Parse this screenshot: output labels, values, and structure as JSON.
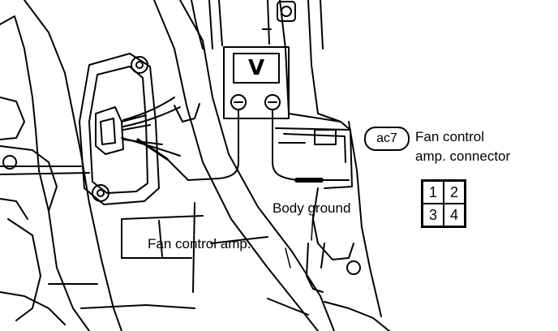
{
  "meter": {
    "symbol": "V"
  },
  "connector": {
    "code": "ac7",
    "title_line1": "Fan control",
    "title_line2": "amp. connector",
    "pins": [
      "1",
      "2",
      "3",
      "4"
    ]
  },
  "callouts": {
    "body_ground": "Body ground",
    "fan_control_amp": "Fan control amp."
  }
}
